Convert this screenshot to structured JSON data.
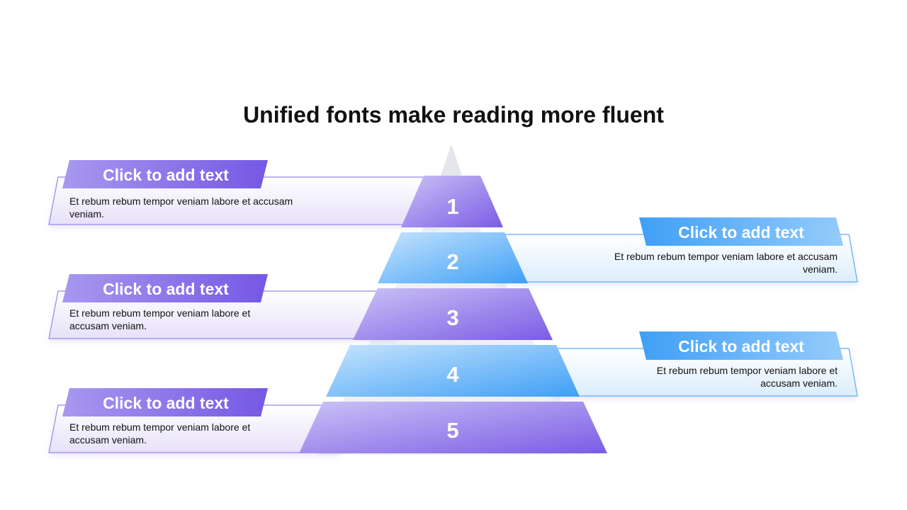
{
  "title": "Unified fonts make reading more fluent",
  "colors": {
    "purple_light": "#c4b8f4",
    "purple_dark": "#7b5fe6",
    "blue_light": "#b7dcfd",
    "blue_dark": "#4aa6f6",
    "purple_border": "#9a86ec",
    "blue_border": "#5caef5",
    "apex_gray": "#e4e6ec"
  },
  "levels": [
    {
      "number": "1",
      "side": "left",
      "color": "purple",
      "heading": "Click to add text",
      "body": "Et rebum rebum tempor veniam labore et accusam veniam."
    },
    {
      "number": "2",
      "side": "right",
      "color": "blue",
      "heading": "Click to add text",
      "body": "Et rebum rebum tempor veniam labore et accusam veniam."
    },
    {
      "number": "3",
      "side": "left",
      "color": "purple",
      "heading": "Click to add text",
      "body": "Et rebum rebum tempor veniam labore et accusam veniam."
    },
    {
      "number": "4",
      "side": "right",
      "color": "blue",
      "heading": "Click to add text",
      "body": "Et rebum rebum tempor veniam labore et accusam veniam."
    },
    {
      "number": "5",
      "side": "left",
      "color": "purple",
      "heading": "Click to add text",
      "body": "Et rebum rebum tempor veniam labore et accusam veniam."
    }
  ]
}
